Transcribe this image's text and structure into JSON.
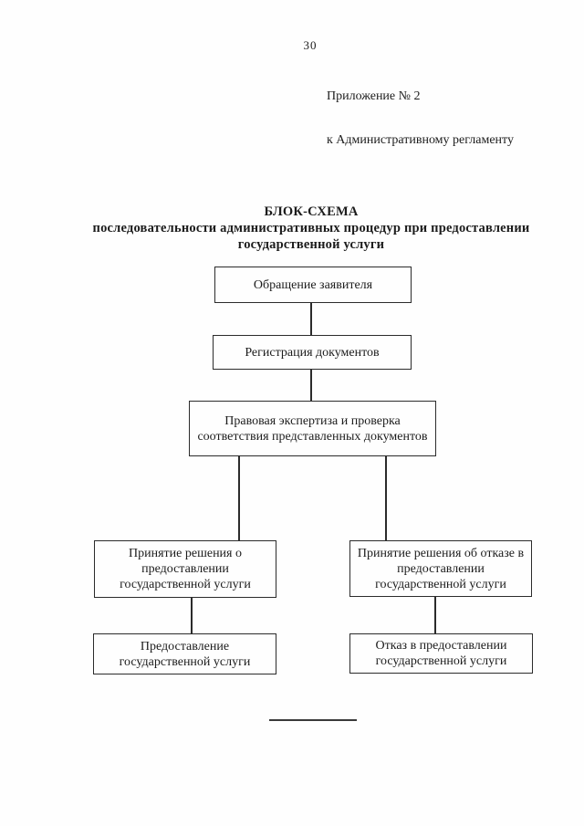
{
  "page": {
    "page_number": "30",
    "appendix_line1": "Приложение № 2",
    "appendix_line2": "к Административному регламенту",
    "title_line1": "БЛОК-СХЕМА",
    "title_line2": "последовательности административных процедур при предоставлении",
    "title_line3": "государственной услуги"
  },
  "flowchart": {
    "nodes": [
      {
        "id": "b1",
        "label": "Обращение заявителя"
      },
      {
        "id": "b2",
        "label": "Регистрация документов"
      },
      {
        "id": "b3",
        "label": "Правовая экспертиза и проверка соответствия представленных документов"
      },
      {
        "id": "b4",
        "label": "Принятие решения о предоставлении государственной услуги"
      },
      {
        "id": "b5",
        "label": "Принятие решения об отказе в предоставлении государственной услуги"
      },
      {
        "id": "b6",
        "label": "Предоставление государственной услуги"
      },
      {
        "id": "b7",
        "label": "Отказ в предоставлении государственной услуги"
      }
    ],
    "edges": [
      {
        "from": "b1",
        "to": "b2"
      },
      {
        "from": "b2",
        "to": "b3"
      },
      {
        "from": "b3",
        "to": "b4"
      },
      {
        "from": "b3",
        "to": "b5"
      },
      {
        "from": "b4",
        "to": "b6"
      },
      {
        "from": "b5",
        "to": "b7"
      }
    ]
  },
  "colors": {
    "ink": "#1c1c1c",
    "border": "#2b2b2b",
    "paper": "#fefefe"
  }
}
